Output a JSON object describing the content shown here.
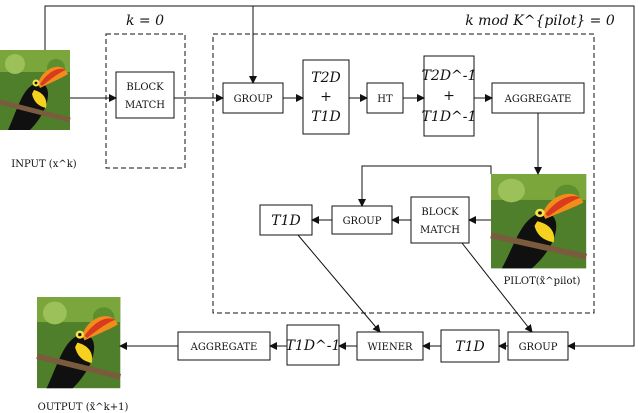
{
  "diagram": {
    "regions": {
      "first_stage_label": "k = 0",
      "refine_stage_label": "k  mod K^{pilot} = 0"
    },
    "nodes": {
      "block_match_top_1": "BLOCK",
      "block_match_top_2": "MATCH",
      "group_top": "GROUP",
      "t2d_t1d_top": "T2D",
      "t2d_t1d_plus": "+",
      "t2d_t1d_bottom": "T1D",
      "ht": "HT",
      "inv_top": "T2D^-1",
      "inv_plus": "+",
      "inv_bottom": "T1D^-1",
      "aggregate_top": "AGGREGATE",
      "block_match_mid_1": "BLOCK",
      "block_match_mid_2": "MATCH",
      "group_mid": "GROUP",
      "t1d_mid": "T1D",
      "group_bottom": "GROUP",
      "t1d_bottom": "T1D",
      "wiener": "WIENER",
      "inv_t1d_bottom": "T1D^-1",
      "aggregate_bottom": "AGGREGATE"
    },
    "captions": {
      "input": "INPUT (x^k)",
      "pilot": "PILOT(x̃^pilot)",
      "output": "OUTPUT (x̃^k+1)"
    },
    "images": {
      "input_image": "toucan-image",
      "pilot_image": "toucan-image",
      "output_image": "toucan-image"
    }
  }
}
